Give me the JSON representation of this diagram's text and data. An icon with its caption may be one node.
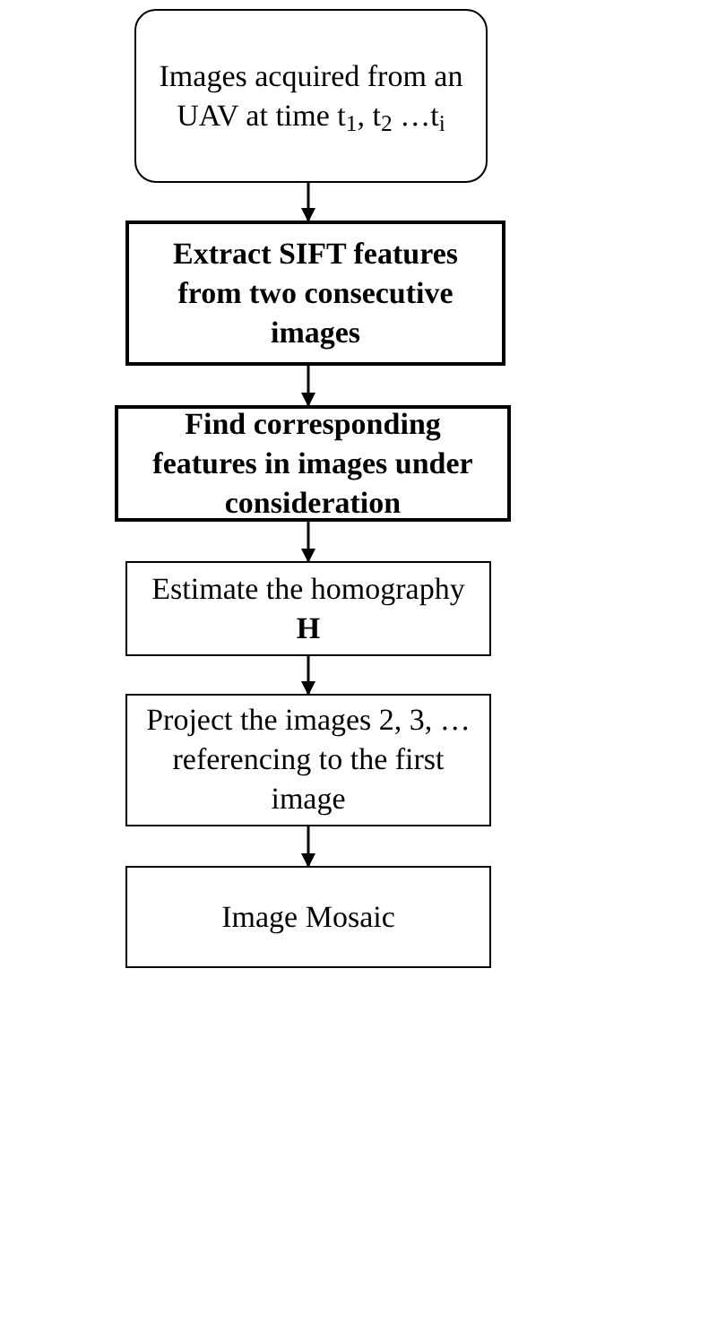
{
  "diagram": {
    "nodes": [
      {
        "text": [
          "Images acquired from an UAV at time t$_{1}$, t$_{2}$ …t$_{i}$"
        ]
      },
      {
        "text": [
          "Extract SIFT features from two consecutive images"
        ]
      },
      {
        "text": [
          "Find corresponding features in images under consideration"
        ]
      },
      {
        "text": [
          "Estimate the homography **H**"
        ]
      },
      {
        "text": [
          "Project the images 2, 3, … referencing to the first image"
        ]
      },
      {
        "text": [
          "Image Mosaic"
        ]
      }
    ],
    "edges": [
      {
        "from": 0,
        "to": 1,
        "arrow": "to"
      },
      {
        "from": 1,
        "to": 2,
        "arrow": "to"
      },
      {
        "from": 2,
        "to": 3,
        "arrow": "to"
      },
      {
        "from": 3,
        "to": 4,
        "arrow": "to"
      },
      {
        "from": 4,
        "to": 5,
        "arrow": "to"
      }
    ]
  }
}
